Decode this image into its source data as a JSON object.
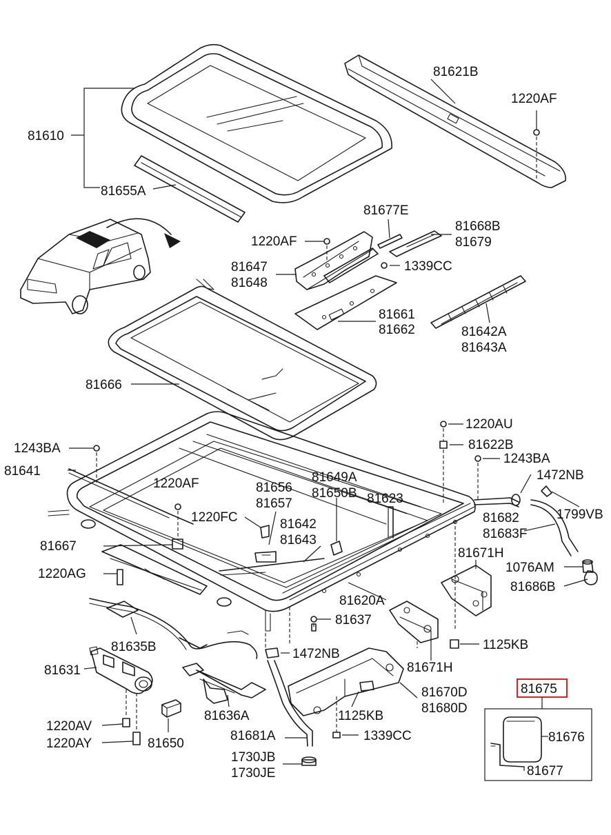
{
  "labels": {
    "l81621B": "81621B",
    "l1220AF_top": "1220AF",
    "l81610": "81610",
    "l81655A": "81655A",
    "l81677E": "81677E",
    "l81668B": "81668B",
    "l81679": "81679",
    "l1220AF_mid": "1220AF",
    "l1339CC_top": "1339CC",
    "l81647": "81647",
    "l81648": "81648",
    "l81661": "81661",
    "l81662": "81662",
    "l81642A": "81642A",
    "l81643A": "81643A",
    "l81666": "81666",
    "l1220AU": "1220AU",
    "l81622B": "81622B",
    "l1243BA_left": "1243BA",
    "l1243BA_right": "1243BA",
    "l81641": "81641",
    "l1472NB_top": "1472NB",
    "l1220AF_low": "1220AF",
    "l81656": "81656",
    "l81657": "81657",
    "l81649A": "81649A",
    "l81650B": "81650B",
    "l81623": "81623",
    "l1799VB": "1799VB",
    "l1220FC": "1220FC",
    "l81642": "81642",
    "l81643": "81643",
    "l81682": "81682",
    "l81683F": "81683F",
    "l81667": "81667",
    "l81671H_top": "81671H",
    "l1076AM": "1076AM",
    "l1220AG": "1220AG",
    "l81686B": "81686B",
    "l81620A": "81620A",
    "l81637": "81637",
    "l81635B": "81635B",
    "l1125KB_right": "1125KB",
    "l1472NB_low": "1472NB",
    "l81671H_low": "81671H",
    "l81631": "81631",
    "l81675": "81675",
    "l81670D": "81670D",
    "l81680D": "81680D",
    "l1125KB_low": "1125KB",
    "l81636A": "81636A",
    "l1220AV": "1220AV",
    "l81676": "81676",
    "l81681A": "81681A",
    "l1339CC_low": "1339CC",
    "l1220AY": "1220AY",
    "l81650": "81650",
    "l81677": "81677",
    "l1730JB": "1730JB",
    "l1730JE": "1730JE"
  },
  "highlight": {
    "part_number": "81675",
    "color": "#e02020"
  }
}
